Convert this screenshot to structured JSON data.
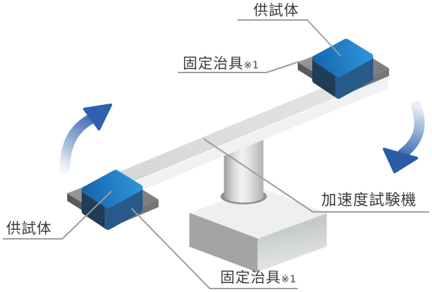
{
  "diagram": {
    "labels": {
      "specimen_top": "供試体",
      "specimen_bottom_left": "供試体",
      "fixing_jig_upper": "固定治具",
      "fixing_jig_upper_note": "※1",
      "fixing_jig_lower": "固定治具",
      "fixing_jig_lower_note": "※1",
      "machine": "加速度試験機"
    },
    "icons": {
      "rotate_up_arrow": "curved-arrow-up-right",
      "rotate_down_arrow": "curved-arrow-down-left"
    },
    "colors": {
      "arrow_blue": "#2e62ae",
      "arrow_blue_light": "#dde7f5",
      "specimen_top_blue": "#2186cf",
      "specimen_side_navy": "#203c57",
      "specimen_front_blue": "#275a88",
      "jig_gray": "#8a8c8d",
      "jig_side_gray": "#57595a",
      "jig_front_gray": "#747677",
      "beam_light_gray": "#dcdedf",
      "base_gray": "#edeff0",
      "leader_line_gray": "#9b9d9e",
      "label_text": "#3b3b3b",
      "background": "#ffffff"
    }
  }
}
